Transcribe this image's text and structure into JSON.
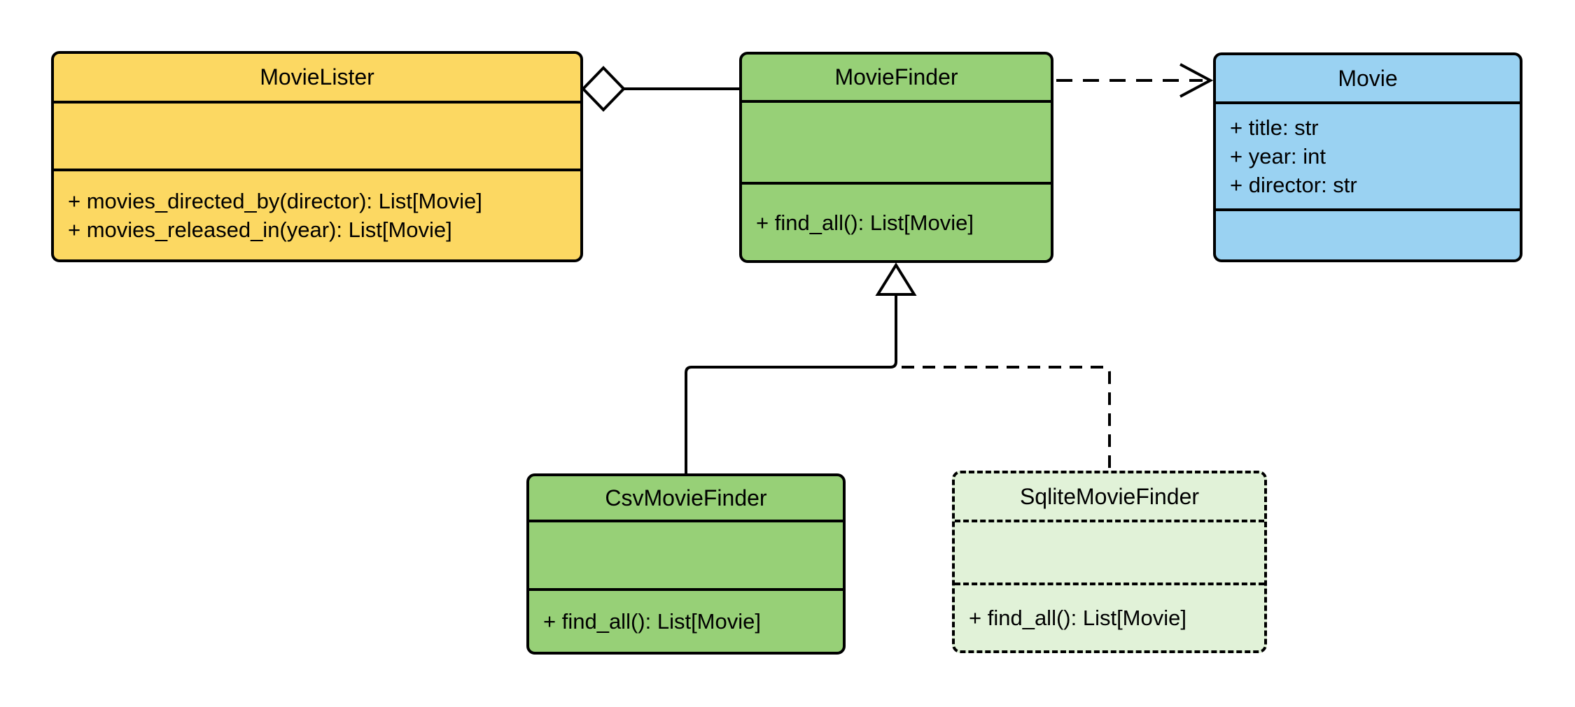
{
  "colors": {
    "background": "#ffffff",
    "line": "#000000",
    "marker_fill": "#ffffff",
    "text": "#000000"
  },
  "classes": [
    {
      "id": "movielister",
      "name": "MovieLister",
      "fill": "#FCD862",
      "border": "solid",
      "attributes": [],
      "methods": [
        "+ movies_directed_by(director): List[Movie]",
        "+ movies_released_in(year): List[Movie]"
      ]
    },
    {
      "id": "moviefinder",
      "name": "MovieFinder",
      "fill": "#97D077",
      "border": "solid",
      "attributes": [],
      "methods": [
        "+ find_all(): List[Movie]"
      ]
    },
    {
      "id": "movie",
      "name": "Movie",
      "fill": "#9AD2F2",
      "border": "solid",
      "attributes": [
        "+ title: str",
        "+ year: int",
        "+ director: str"
      ],
      "methods": []
    },
    {
      "id": "csvmoviefinder",
      "name": "CsvMovieFinder",
      "fill": "#97D077",
      "border": "solid",
      "attributes": [],
      "methods": [
        "+ find_all(): List[Movie]"
      ]
    },
    {
      "id": "sqlitemoviefinder",
      "name": "SqliteMovieFinder",
      "fill": "#E1F2D8",
      "border": "dashed",
      "attributes": [],
      "methods": [
        "+ find_all(): List[Movie]"
      ]
    }
  ],
  "relationships": [
    {
      "type": "aggregation",
      "owner": "MovieLister",
      "part": "MovieFinder",
      "line": "solid",
      "marker": "hollow-diamond"
    },
    {
      "type": "dependency",
      "from": "MovieFinder",
      "to": "Movie",
      "line": "dashed",
      "marker": "open-arrow"
    },
    {
      "type": "generalization",
      "from": "CsvMovieFinder",
      "to": "MovieFinder",
      "line": "solid",
      "marker": "hollow-triangle"
    },
    {
      "type": "generalization",
      "from": "SqliteMovieFinder",
      "to": "MovieFinder",
      "line": "dashed",
      "marker": "hollow-triangle"
    }
  ]
}
